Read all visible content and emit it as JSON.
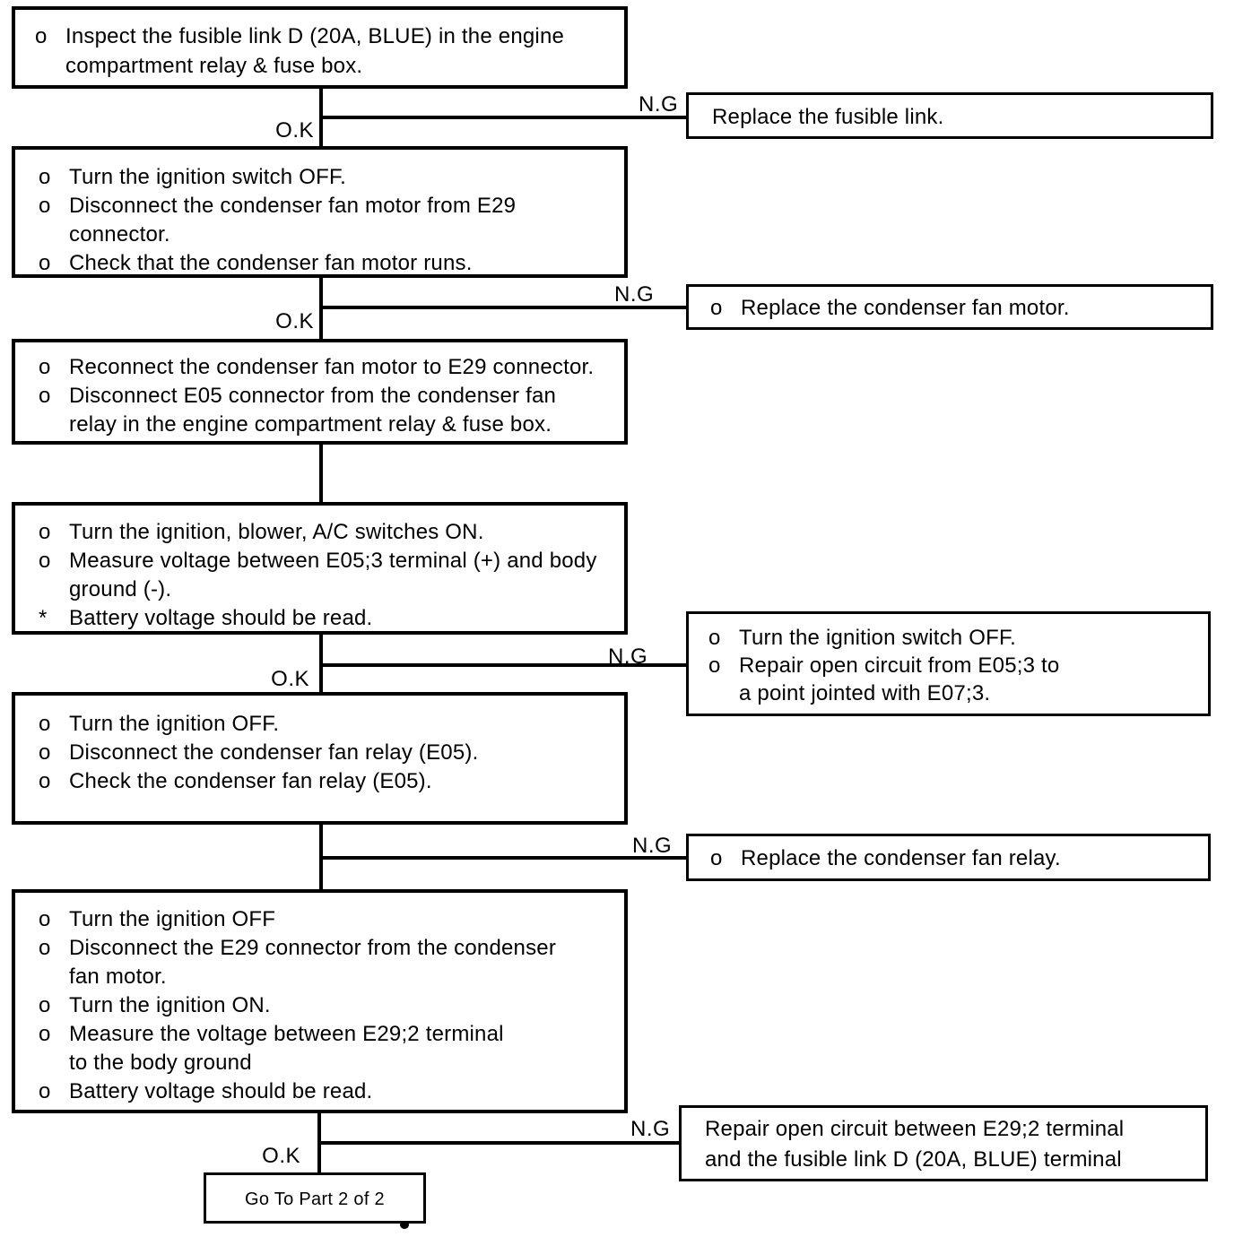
{
  "labels": {
    "ok": "O.K",
    "ng": "N.G"
  },
  "boxes": {
    "b1": {
      "lines": [
        {
          "b": "o",
          "t": "Inspect the fusible link D (20A, BLUE) in the engine"
        },
        {
          "b": "",
          "t": "compartment relay & fuse box."
        }
      ]
    },
    "r1": {
      "lines": [
        {
          "b": "",
          "t": "Replace the fusible link."
        }
      ]
    },
    "b2": {
      "lines": [
        {
          "b": "o",
          "t": "Turn the ignition switch OFF."
        },
        {
          "b": "o",
          "t": "Disconnect the condenser fan motor from E29"
        },
        {
          "b": "",
          "t": "connector."
        },
        {
          "b": "o",
          "t": "Check that the condenser fan motor runs."
        }
      ]
    },
    "r2": {
      "lines": [
        {
          "b": "o",
          "t": "Replace the condenser fan motor."
        }
      ]
    },
    "b3": {
      "lines": [
        {
          "b": "o",
          "t": "Reconnect the condenser fan motor to E29 connector."
        },
        {
          "b": "o",
          "t": "Disconnect E05 connector from the condenser fan"
        },
        {
          "b": "",
          "t": "relay in the engine compartment relay & fuse box."
        }
      ]
    },
    "b4": {
      "lines": [
        {
          "b": "o",
          "t": "Turn the ignition, blower, A/C switches ON."
        },
        {
          "b": "o",
          "t": "Measure voltage between E05;3 terminal (+) and body"
        },
        {
          "b": "",
          "t": "ground (-)."
        },
        {
          "b": "*",
          "t": "Battery voltage should be read."
        }
      ]
    },
    "r3": {
      "lines": [
        {
          "b": "o",
          "t": "Turn the ignition switch OFF."
        },
        {
          "b": "o",
          "t": "Repair open circuit from E05;3 to"
        },
        {
          "b": "",
          "t": "a point jointed with E07;3."
        }
      ]
    },
    "b5": {
      "lines": [
        {
          "b": "o",
          "t": "Turn the ignition OFF."
        },
        {
          "b": "o",
          "t": "Disconnect the condenser fan relay (E05)."
        },
        {
          "b": "o",
          "t": "Check the condenser fan relay (E05)."
        }
      ]
    },
    "r4": {
      "lines": [
        {
          "b": "o",
          "t": "Replace the condenser fan relay."
        }
      ]
    },
    "b6": {
      "lines": [
        {
          "b": "o",
          "t": "Turn the ignition OFF"
        },
        {
          "b": "o",
          "t": "Disconnect the E29 connector from the condenser"
        },
        {
          "b": "",
          "t": "fan motor."
        },
        {
          "b": "o",
          "t": "Turn the ignition ON."
        },
        {
          "b": "o",
          "t": "Measure the voltage between E29;2 terminal"
        },
        {
          "b": "",
          "t": "to the body ground"
        },
        {
          "b": "o",
          "t": "Battery voltage should be read."
        }
      ]
    },
    "r5": {
      "lines": [
        {
          "b": "",
          "t": "Repair open circuit between E29;2 terminal"
        },
        {
          "b": "",
          "t": "and the fusible link D (20A, BLUE) terminal"
        }
      ]
    },
    "goto": {
      "text": "Go To Part 2 of 2"
    }
  }
}
